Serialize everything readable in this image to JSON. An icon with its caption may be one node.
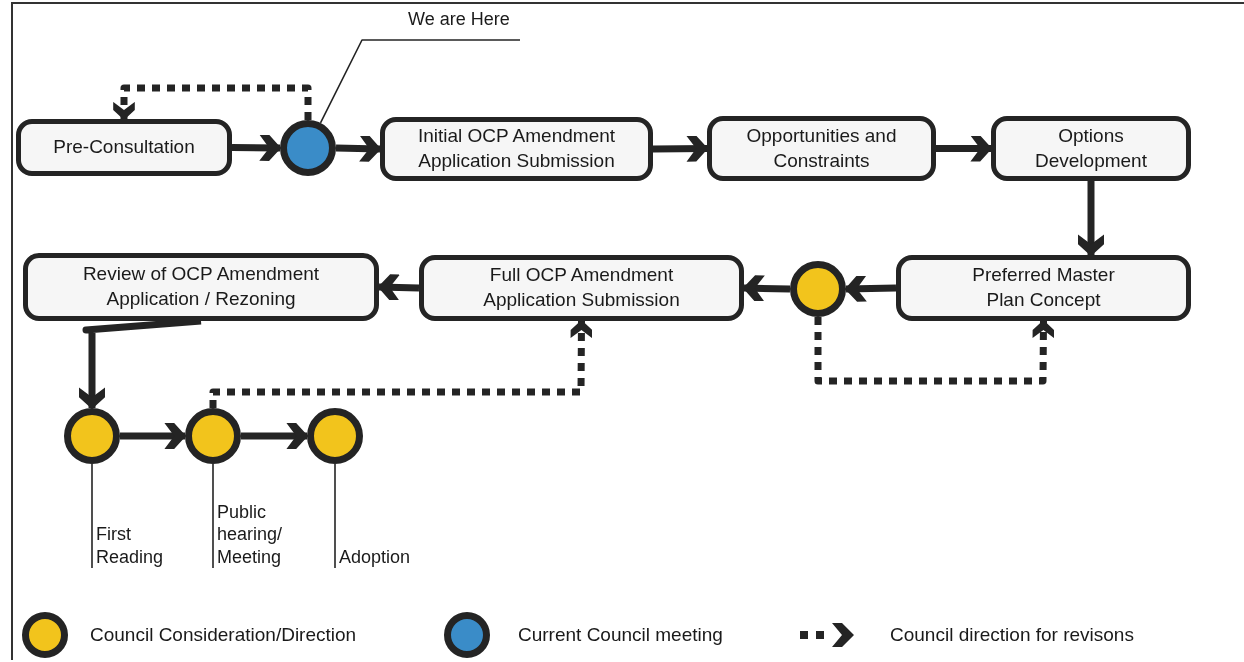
{
  "diagram": {
    "nodes": [
      {
        "text": [
          "We are Here"
        ]
      },
      {
        "text": [
          "Pre-Consultation"
        ]
      },
      {
        "text": [],
        "shape": "circle"
      },
      {
        "text": [
          "Initial OCP Amendment Application Submission"
        ]
      },
      {
        "text": [
          "Opportunities and Constraints"
        ]
      },
      {
        "text": [
          "Options Development"
        ]
      },
      {
        "text": [
          "Preferred Master Plan Concept"
        ]
      },
      {
        "text": [],
        "shape": "circle"
      },
      {
        "text": [
          "Full OCP Amendment Application Submission"
        ]
      },
      {
        "text": [
          "Review of OCP Amendment Application / Rezoning"
        ]
      },
      {
        "text": [],
        "shape": "circle"
      },
      {
        "text": [],
        "shape": "circle"
      },
      {
        "text": [],
        "shape": "circle"
      },
      {
        "text": [
          "First Reading"
        ]
      },
      {
        "text": [
          "Public hearing/ Meeting"
        ]
      },
      {
        "text": [
          "Adoption"
        ]
      }
    ],
    "edges": [
      {
        "from": 0,
        "to": 2,
        "arrow": "none"
      },
      {
        "from": 1,
        "to": 2,
        "arrow": "to"
      },
      {
        "from": 2,
        "to": 3,
        "arrow": "to"
      },
      {
        "from": 3,
        "to": 4,
        "arrow": "to"
      },
      {
        "from": 4,
        "to": 5,
        "arrow": "to"
      },
      {
        "from": 5,
        "to": 6,
        "arrow": "to"
      },
      {
        "from": 6,
        "to": 7,
        "arrow": "to"
      },
      {
        "from": 7,
        "to": 8,
        "arrow": "to"
      },
      {
        "from": 8,
        "to": 9,
        "arrow": "to"
      },
      {
        "from": 9,
        "to": 10,
        "arrow": "to"
      },
      {
        "from": 10,
        "to": 11,
        "arrow": "to"
      },
      {
        "from": 11,
        "to": 12,
        "arrow": "to"
      },
      {
        "from": 2,
        "to": 1,
        "arrow": "to",
        "style": "dashed"
      },
      {
        "from": 7,
        "to": 6,
        "arrow": "to",
        "style": "dashed"
      },
      {
        "from": 11,
        "to": 8,
        "arrow": "to",
        "style": "dashed"
      },
      {
        "from": 13,
        "to": 10,
        "arrow": "none"
      },
      {
        "from": 14,
        "to": 11,
        "arrow": "none"
      },
      {
        "from": 15,
        "to": 12,
        "arrow": "none"
      }
    ],
    "legend": [
      {
        "text": "Council Consideration/Direction",
        "color": "#f2c41c"
      },
      {
        "text": "Current Council meeting",
        "color": "#3a8cc8"
      },
      {
        "text": "Council direction for revisons"
      }
    ]
  }
}
